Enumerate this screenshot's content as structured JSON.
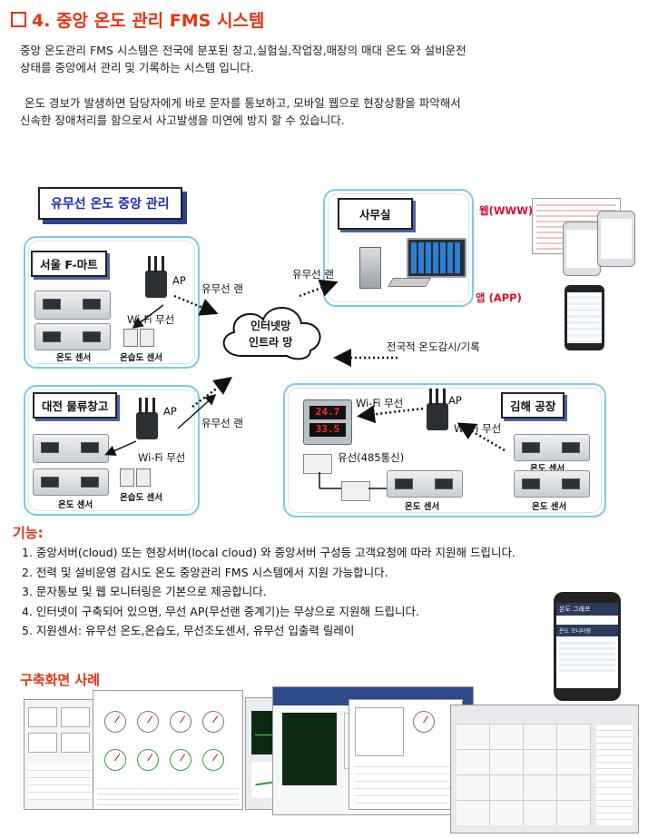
{
  "title": "4. 중앙 온도 관리 FMS 시스템",
  "intro": [
    "중앙 온도관리 FMS 시스템은 전국에 분포된 창고,실험실,작업장,매장의 매대 온도 와 설비운전",
    "상태를 중앙에서 관리 및 기록하는 시스템 입니다."
  ],
  "intro2": [
    "온도 경보가 발생하면 담당자에게 바로 문자를 통보하고, 모바일 웹으로 현장상황을 파악해서",
    "신속한 장애처리를 함으로서 사고발생을 미연에 방지 할 수 있습니다."
  ],
  "diagram": {
    "main_label": "유무선 온도 중앙 관리",
    "office": "사무실",
    "web": "웹(WWW)",
    "app": "앱 (APP)",
    "seoul": "서울 F-마트",
    "daejeon": "대전 물류창고",
    "gimhae": "김해 공장",
    "ap": "AP",
    "wired_lan": "유무선 랜",
    "wifi": "Wi-Fi 무선",
    "internet1": "인터넷망",
    "internet2": "인트라 망",
    "nationwide": "전국적 온도감시/기록",
    "temp_sensor": "온도 센서",
    "humid_sensor": "온습도 센서",
    "wired485": "유선(485통신)",
    "display_val1": "24.7",
    "display_val2": "33.5"
  },
  "features_title": "기능:",
  "features": [
    "1. 중앙서버(cloud) 또는 현장서버(local cloud) 와 중앙서버 구성등 고객요청에 따라 지원해 드립니다.",
    "2. 전력 및 설비운영 감시도 온도 중앙관리 FMS 시스템에서 지원 가능합니다.",
    "3. 문자통보 및 웹 모니터링은 기본으로 제공합니다.",
    "4. 인터넷이 구축되어 있으면, 무선 AP(무선랜 중계기)는 무상으로 지원해 드립니다.",
    "5. 지원센서: 유무선 온도,온습도, 무선조도센서, 유무선 입출력 릴레이"
  ],
  "phone_title": "온도 그래프",
  "phone_sub": "온도 모니터링",
  "cases_title": "구축화면 사례",
  "colors": {
    "accent": "#e8320f",
    "panel_border": "#7fc7ef",
    "label_blue": "#1a2cb5"
  }
}
